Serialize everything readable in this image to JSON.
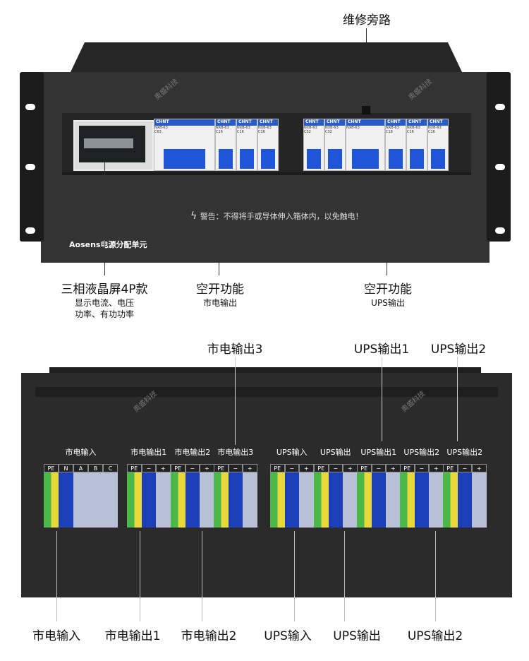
{
  "top_unit": {
    "bypass_label": "维修旁路",
    "brand_label": "Aosens电源分配单元",
    "warning_text": "警告：不得将手或导体伸入箱体内，以免触电！",
    "lcd_label": "三相液晶屏4P款",
    "lcd_desc": [
      "显示电流、电压",
      "功率、有功功率"
    ],
    "breaker_mains": {
      "title": "空开功能",
      "sub": "市电输出"
    },
    "breaker_ups": {
      "title": "空开功能",
      "sub": "UPS输出"
    },
    "breaker_brand": "CHNT",
    "breaker_model": "NXB-63",
    "breakers_left": [
      "C63",
      "C16",
      "C16",
      "C16"
    ],
    "breakers_right": [
      "C32",
      "C32",
      "C16",
      "C16",
      "C16"
    ]
  },
  "bottom_unit": {
    "callouts_top": [
      "市电输出3",
      "UPS输出1",
      "UPS输出2"
    ],
    "callouts_bottom": [
      "市电输入",
      "市电输出1",
      "市电输出2",
      "UPS输入",
      "UPS输出",
      "UPS输出2"
    ],
    "groups": [
      {
        "label": "市电输入",
        "cells": [
          "PE",
          "N",
          "A",
          "B",
          "C"
        ]
      },
      {
        "label": "市电输出1",
        "cells": [
          "PE",
          "−",
          "+"
        ]
      },
      {
        "label": "市电输出2",
        "cells": [
          "PE",
          "−",
          "+"
        ]
      },
      {
        "label": "市电输出3",
        "cells": [
          "PE",
          "−",
          "+"
        ]
      },
      {
        "label": "UPS输入",
        "cells": [
          "PE",
          "−",
          "+"
        ]
      },
      {
        "label": "UPS输出",
        "cells": [
          "PE",
          "−",
          "+"
        ]
      },
      {
        "label": "UPS输出1",
        "cells": [
          "PE",
          "−",
          "+"
        ]
      },
      {
        "label": "UPS输出2",
        "cells": [
          "PE",
          "−",
          "+"
        ]
      },
      {
        "label": "UPS输出2",
        "cells": [
          "PE",
          "−",
          "+"
        ]
      }
    ]
  },
  "watermark": "奥盛科技",
  "colors": {
    "chassis": "#2b2b2b",
    "breaker_blue": "#1f55d8",
    "pe_green": "#4cb848",
    "pe_yellow": "#e8d83a",
    "neutral_blue": "#1c3fb8",
    "phase_grey": "#b7c0d6"
  }
}
